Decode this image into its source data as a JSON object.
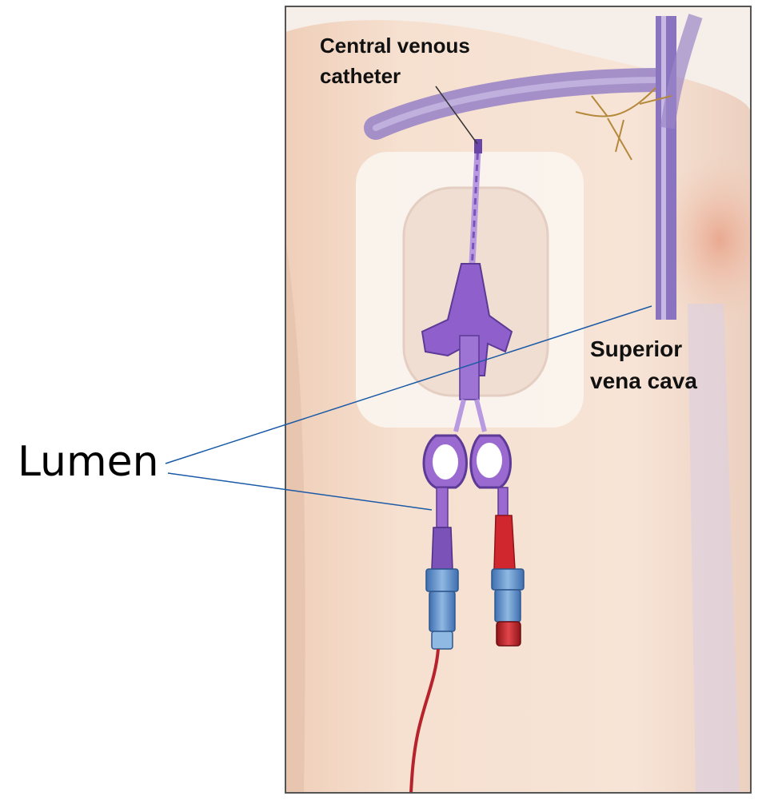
{
  "labels": {
    "catheter_line1": "Central venous",
    "catheter_line2": "catheter",
    "svc_line1": "Superior",
    "svc_line2": "vena cava",
    "lumen": "Lumen"
  },
  "colors": {
    "skin": "#f3dccb",
    "skin_shadow": "#e7c3ad",
    "vein": "#9b86c7",
    "vein_dark": "#6f5aa6",
    "catheter_purple": "#7b53b8",
    "clamp_purple": "#9a6ad0",
    "cap_blue": "#5f95cd",
    "cap_red": "#c9232a",
    "blood_line": "#b7232c",
    "dressing": "#f7efe8",
    "pointer_line": "#1a5aa6"
  }
}
